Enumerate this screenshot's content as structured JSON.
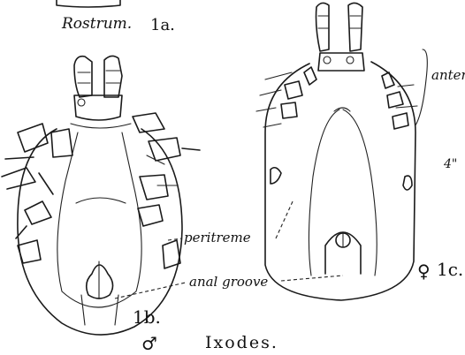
{
  "labels": {
    "rostrum": "Rostrum.",
    "fig_1a": "1a.",
    "fig_1b": "1b.",
    "fig_1c": "1c.",
    "peritreme": "peritreme",
    "anal_groove": "anal groove",
    "antennae_partial": "anter",
    "leg_partial": "4\"",
    "male_symbol": "♂",
    "female_symbol": "♀",
    "genus": "Ixodes."
  }
}
